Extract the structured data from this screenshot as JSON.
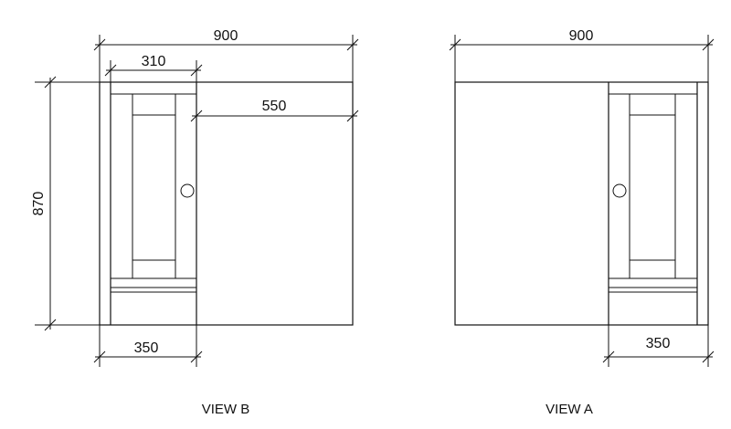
{
  "view_b": {
    "caption": "VIEW B",
    "dims": {
      "overall_width": "900",
      "door_width": "310",
      "right_panel": "550",
      "height": "870",
      "base_width": "350"
    }
  },
  "view_a": {
    "caption": "VIEW A",
    "dims": {
      "overall_width": "900",
      "base_width": "350"
    }
  }
}
